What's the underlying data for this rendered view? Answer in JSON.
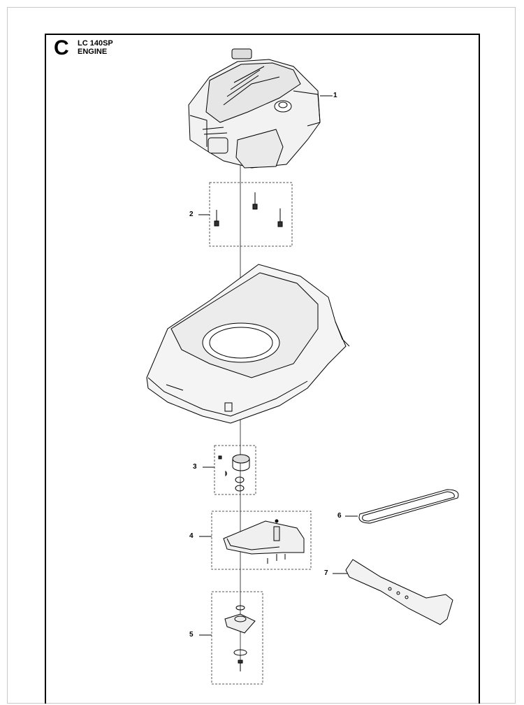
{
  "header": {
    "section_letter": "C",
    "model": "LC 140SP",
    "title": "ENGINE"
  },
  "callouts": [
    "1",
    "2",
    "3",
    "4",
    "5",
    "6",
    "7"
  ],
  "parts": {
    "engine": "engine-illustration",
    "bolts": "engine-mounting-bolts",
    "deck": "mower-deck",
    "pulley": "pulley-kit",
    "belt_cover": "belt-guard",
    "blade_hub": "blade-adapter",
    "belt": "drive-belt",
    "blade": "cutting-blade"
  }
}
